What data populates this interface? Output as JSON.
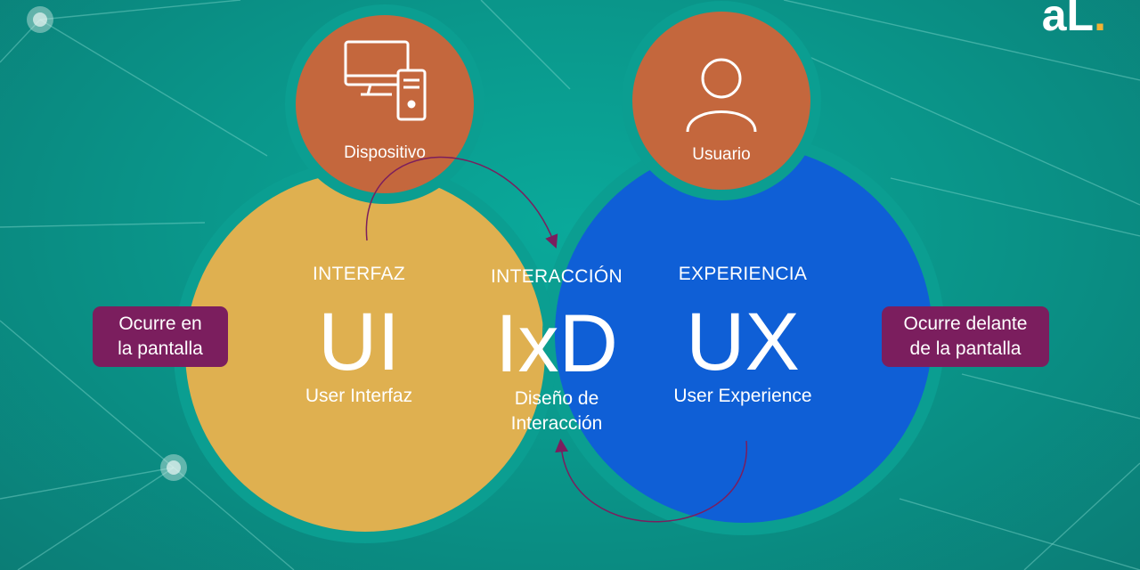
{
  "device": {
    "label": "Dispositivo",
    "icon": "computer-icon"
  },
  "user": {
    "label": "Usuario",
    "icon": "user-icon"
  },
  "ui": {
    "heading": "INTERFAZ",
    "acronym": "UI",
    "subtitle": "User Interfaz"
  },
  "ixd": {
    "heading": "INTERACCIÓN",
    "acronym": "IxD",
    "subtitle_line1": "Diseño de",
    "subtitle_line2": "Interacción"
  },
  "ux": {
    "heading": "EXPERIENCIA",
    "acronym": "UX",
    "subtitle": "User Experience"
  },
  "left_note": {
    "line1": "Ocurre en",
    "line2": "la pantalla"
  },
  "right_note": {
    "line1": "Ocurre delante",
    "line2": "de la pantalla"
  },
  "logo": {
    "text": "aL",
    "dot": "."
  },
  "colors": {
    "background": "#0a978b",
    "ui_circle": "#dfb050",
    "ux_circle": "#0f5fd6",
    "ixd_lens": "#d63a92",
    "small_circles": "#c4673d",
    "note_box": "#7b1e5e",
    "logo_dot": "#f2b233"
  }
}
